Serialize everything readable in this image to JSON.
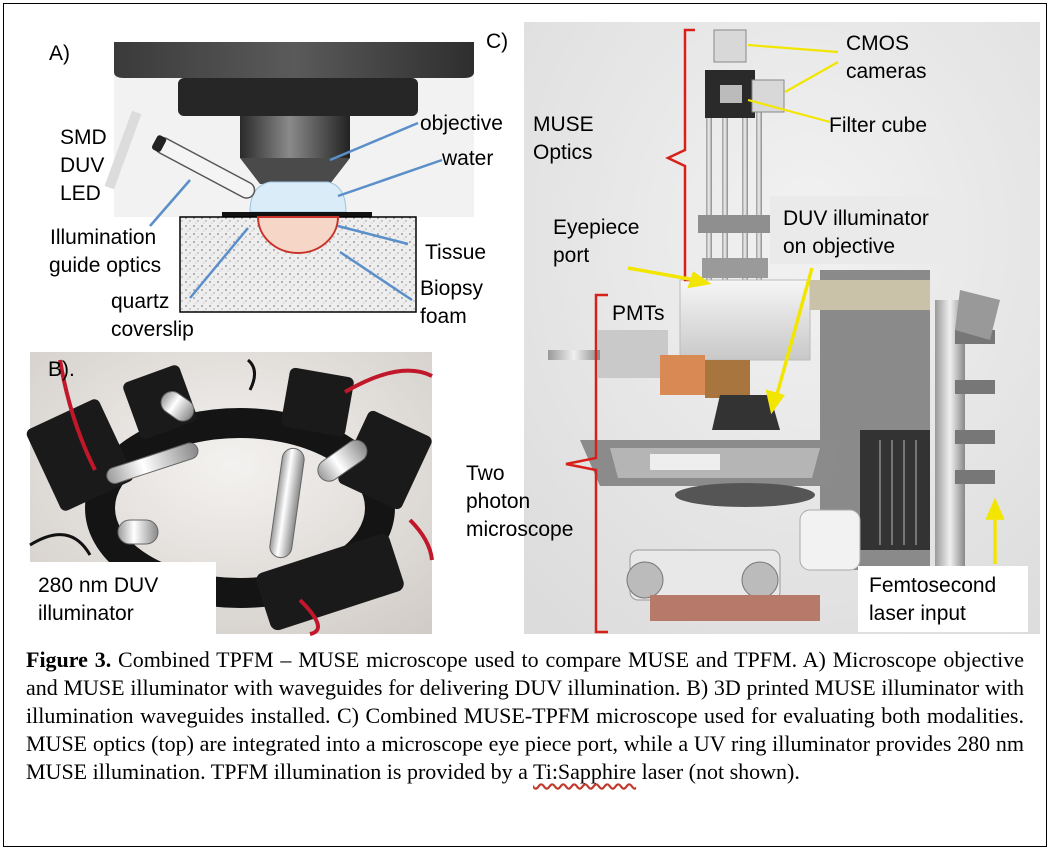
{
  "panelA": {
    "label": "A)",
    "labels": {
      "smd": "SMD",
      "duv": "DUV",
      "led": "LED",
      "objective": "objective",
      "water": "water",
      "illumination": "Illumination",
      "guide_optics": "guide optics",
      "tissue": "Tissue",
      "biopsy": "Biopsy",
      "foam": "foam",
      "quartz": "quartz",
      "coverslip": "coverslip"
    }
  },
  "panelB": {
    "label": "B).",
    "caption_line1": "280 nm DUV",
    "caption_line2": "illuminator"
  },
  "panelC": {
    "label": "C)",
    "labels": {
      "cmos1": "CMOS",
      "cmos2": "cameras",
      "filter_cube": "Filter cube",
      "muse1": "MUSE",
      "muse2": "Optics",
      "eyepiece1": "Eyepiece",
      "eyepiece2": "port",
      "duv1": "DUV illuminator",
      "duv2": "on objective",
      "pmts": "PMTs",
      "two1": "Two",
      "two2": "photon",
      "two3": "microscope",
      "femto1": "Femtosecond",
      "femto2": "laser input"
    }
  },
  "caption": {
    "figure_label": "Figure 3.",
    "text_part1": " Combined TPFM – MUSE microscope used to compare MUSE and TPFM. A) Microscope objective and MUSE illuminator with waveguides for delivering DUV illumination. B) 3D printed MUSE illuminator with illumination waveguides installed. C) Combined MUSE-TPFM microscope used for evaluating both modalities. MUSE optics (top) are integrated into a microscope eye piece port, while a UV ring illuminator provides 280 nm MUSE illumination. TPFM illumination is provided by a ",
    "squiggle_word": "Ti:Sapphire",
    "text_part2": " laser (not shown)."
  },
  "colors": {
    "leader_blue": "#5b8fc9",
    "leader_yellow": "#f2e600",
    "bracket_red": "#d8201a",
    "tissue_fill": "#f6d6c6"
  }
}
